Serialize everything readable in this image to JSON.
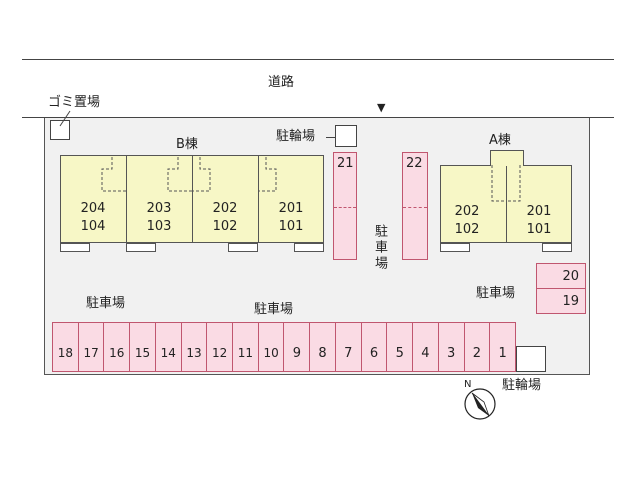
{
  "road_label": "道路",
  "garbage_label": "ゴミ置場",
  "bike_parking_label": "駐輪場",
  "parking_label": "駐車場",
  "building_b": {
    "label": "B棟",
    "units": [
      {
        "upper": "204",
        "lower": "104"
      },
      {
        "upper": "203",
        "lower": "103"
      },
      {
        "upper": "202",
        "lower": "102"
      },
      {
        "upper": "201",
        "lower": "101"
      }
    ]
  },
  "building_a": {
    "label": "A棟",
    "units": [
      {
        "upper": "202",
        "lower": "102"
      },
      {
        "upper": "201",
        "lower": "101"
      }
    ]
  },
  "vertical_spaces": [
    "21",
    "22"
  ],
  "right_spaces": [
    "20",
    "19"
  ],
  "bottom_spaces": [
    "18",
    "17",
    "16",
    "15",
    "14",
    "13",
    "12",
    "11",
    "10",
    "9",
    "8",
    "7",
    "6",
    "5",
    "4",
    "3",
    "2",
    "1"
  ],
  "entrance_marker": "▼",
  "compass_label": "N"
}
